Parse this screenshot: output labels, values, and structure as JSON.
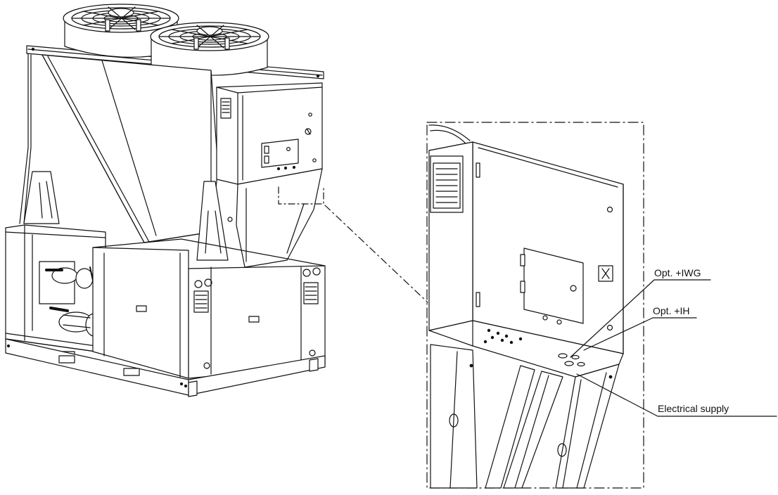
{
  "callouts": {
    "iwg": "Opt. +IWG",
    "ih": "Opt. +IH",
    "supply": "Electrical supply"
  }
}
